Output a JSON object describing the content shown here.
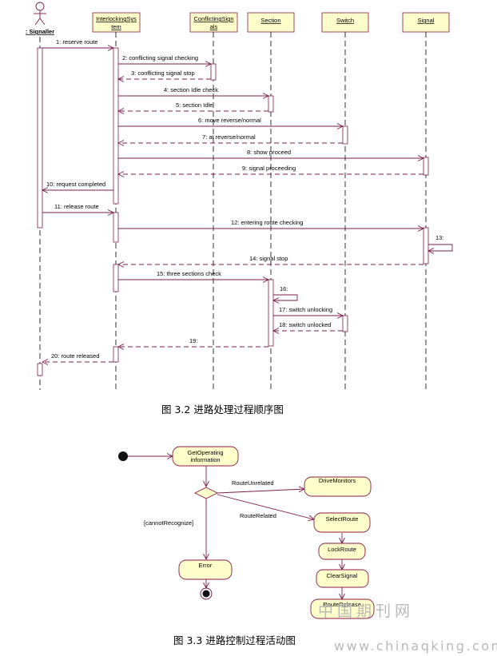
{
  "sequence": {
    "actor": ": Signaller",
    "lifelines": [
      "InterlockingSystem",
      "ConflictingSignals",
      "Section",
      "Switch",
      "Signal"
    ],
    "lifeline_display": [
      [
        "InterlockingSys",
        "tem"
      ],
      [
        "ConflictingSign",
        "als"
      ],
      [
        "Section"
      ],
      [
        "Switch"
      ],
      [
        "Signal"
      ]
    ],
    "messages": [
      "1: reserve route",
      "2: conflicting signal checking",
      "3: conflicting signal stop",
      "4: section Idle check",
      "5: section Idle",
      "6: move reverse/normal",
      "7: at reverse/normal",
      "8: show proceed",
      "9: signal proceeding",
      "10: request completed",
      "11: release route",
      "12: entering route checking",
      "13:",
      "14: signal stop",
      "15: three sections check",
      "16:",
      "17: switch unlocking",
      "18: switch unlocked",
      "19:",
      "20: route released"
    ],
    "caption": "图 3.2  进路处理过程顺序图"
  },
  "activity": {
    "nodes": {
      "get_operating": [
        "GetOperating",
        "information"
      ],
      "drive_monitors": "DriveMonitors",
      "select_route": "SelectRoute",
      "lock_route": "LockRoute",
      "clear_signal": "ClearSignal",
      "route_release": "RouteRelease",
      "error": "Error"
    },
    "guards": {
      "route_unrelated": "RouteUnrelated",
      "route_related": "RouteRelated",
      "cannot_recognize": "[cannotRecognize]"
    },
    "caption": "图 3.3  进路控制过程活动图"
  },
  "watermark": {
    "cn": "中国期刊网",
    "url": "www.chinaqking.com"
  },
  "colors": {
    "line": "#7a1f4a",
    "node_fill": "#ffffcc",
    "node_stroke": "#8b1a4a"
  }
}
